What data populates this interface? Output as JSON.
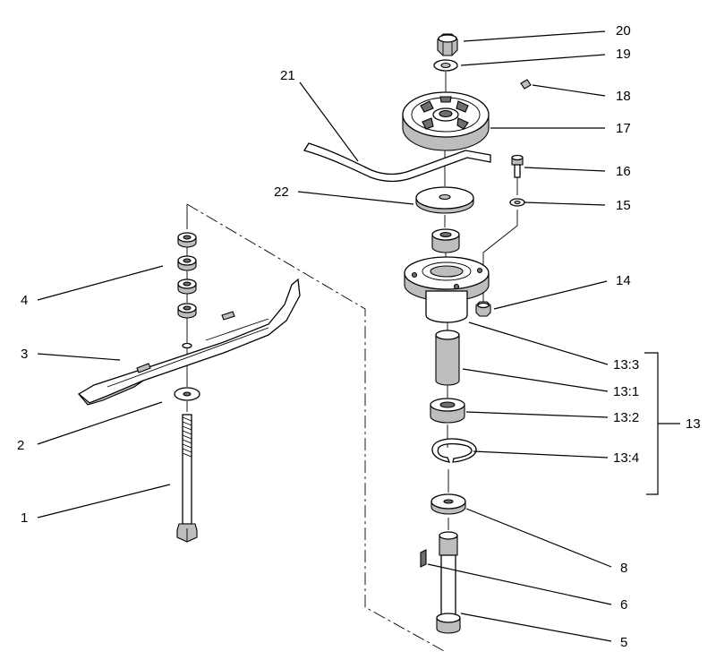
{
  "diagram": {
    "labels": [
      {
        "id": "l1",
        "text": "1"
      },
      {
        "id": "l2",
        "text": "2"
      },
      {
        "id": "l3",
        "text": "3"
      },
      {
        "id": "l4",
        "text": "4"
      },
      {
        "id": "l5",
        "text": "5"
      },
      {
        "id": "l6",
        "text": "6"
      },
      {
        "id": "l8",
        "text": "8"
      },
      {
        "id": "l13",
        "text": "13"
      },
      {
        "id": "l13_1",
        "text": "13:1"
      },
      {
        "id": "l13_2",
        "text": "13:2"
      },
      {
        "id": "l13_3",
        "text": "13:3"
      },
      {
        "id": "l13_4",
        "text": "13:4"
      },
      {
        "id": "l14",
        "text": "14"
      },
      {
        "id": "l15",
        "text": "15"
      },
      {
        "id": "l16",
        "text": "16"
      },
      {
        "id": "l17",
        "text": "17"
      },
      {
        "id": "l18",
        "text": "18"
      },
      {
        "id": "l19",
        "text": "19"
      },
      {
        "id": "l20",
        "text": "20"
      },
      {
        "id": "l21",
        "text": "21"
      },
      {
        "id": "l22",
        "text": "22"
      }
    ]
  }
}
